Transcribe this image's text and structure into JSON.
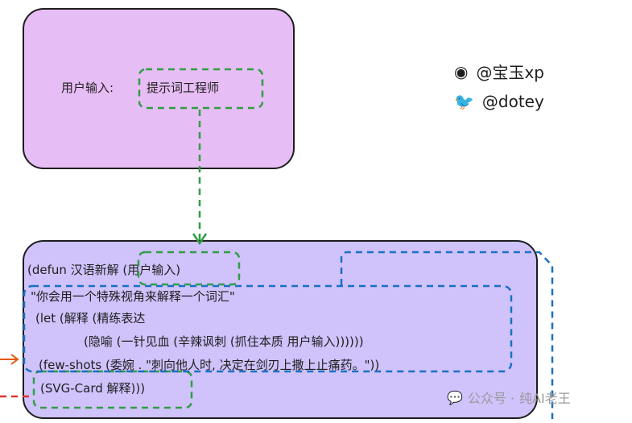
{
  "input_box": {
    "label": "用户输入:",
    "value": "提示词工程师"
  },
  "social": [
    {
      "icon": "weibo-icon",
      "handle": "@宝玉xp"
    },
    {
      "icon": "twitter-icon",
      "handle": "@dotey"
    }
  ],
  "code_lines": [
    "(defun 汉语新解 (用户输入)",
    "\"你会用一个特殊视角来解释一个词汇\"",
    "(let (解释 (精练表达",
    "(隐喻 (一针见血 (辛辣讽刺 (抓住本质 用户输入))))))",
    "(few-shots (委婉 . \"刺向他人时, 决定在剑刃上撒上止痛药。\"))",
    "(SVG-Card 解释)))"
  ],
  "watermark": {
    "prefix": "公众号 ·",
    "name": "纯AI老王"
  },
  "colors": {
    "input_fill": "#e7bdf5",
    "fn_fill": "#d0c2fb",
    "green": "#2f9e44",
    "blue": "#1971c2",
    "orange": "#e8590c",
    "red": "#e03131"
  }
}
